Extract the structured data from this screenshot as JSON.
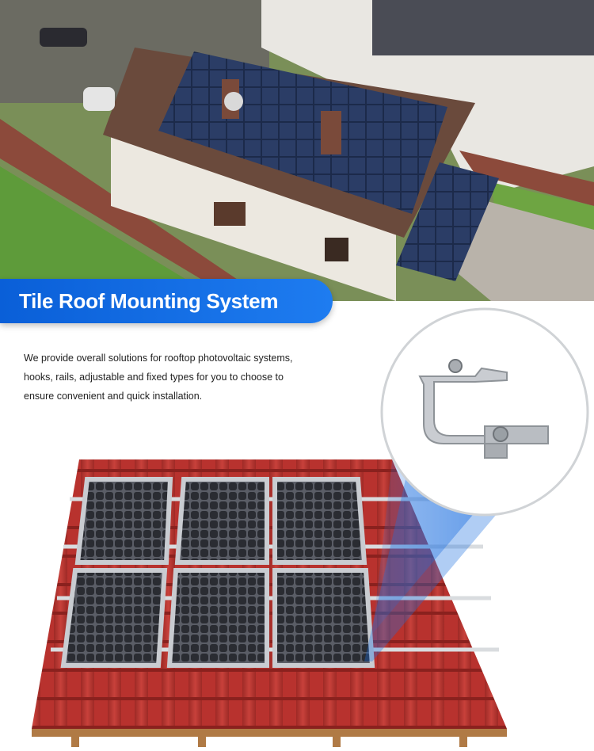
{
  "banner": {
    "title": "Tile Roof Mounting System"
  },
  "description": {
    "lines": [
      "We provide overall solutions for rooftop photovoltaic systems,",
      "hooks, rails, adjustable and fixed types for you to choose to",
      "ensure convenient and quick installation."
    ]
  },
  "colors": {
    "banner_blue": "#0a5fd8",
    "roof_tile_red": "#b8322e",
    "panel_cell": "#2a2c32",
    "frame_silver": "#c9ccd1"
  },
  "icons": {
    "detail_callout": "tile-hook-bracket"
  }
}
